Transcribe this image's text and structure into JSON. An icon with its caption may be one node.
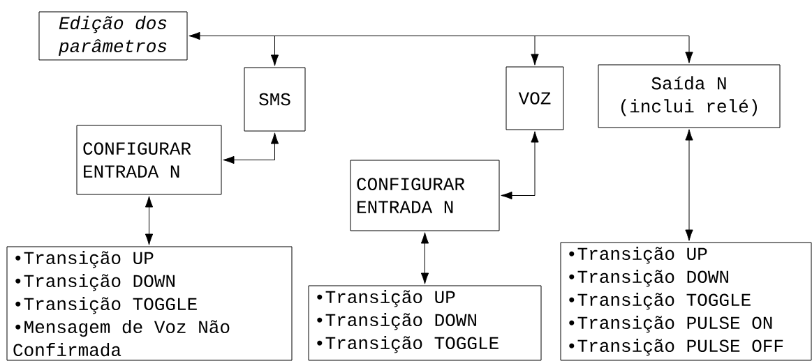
{
  "diagram": {
    "nodes": [
      {
        "text": [
          "Edição dos parâmetros"
        ]
      },
      {
        "text": [
          "SMS"
        ]
      },
      {
        "text": [
          "VOZ"
        ]
      },
      {
        "text": [
          "Saída N (inclui relé)"
        ]
      },
      {
        "text": [
          "CONFIGURAR ENTRADA N"
        ]
      },
      {
        "text": [
          "CONFIGURAR ENTRADA N"
        ]
      },
      {
        "text": [
          "•Transição UP",
          "•Transição DOWN",
          "•Transição TOGGLE",
          "•Mensagem de Voz Não Confirmada"
        ]
      },
      {
        "text": [
          "•Transição UP",
          "•Transição DOWN",
          "•Transição TOGGLE"
        ]
      },
      {
        "text": [
          "•Transição UP",
          "•Transição DOWN",
          "•Transição TOGGLE",
          "•Transição PULSE ON",
          "•Transição PULSE OFF"
        ]
      }
    ],
    "edges": [
      {
        "from": 0,
        "to": 1,
        "arrow": "both"
      },
      {
        "from": 0,
        "to": 2,
        "arrow": "both"
      },
      {
        "from": 0,
        "to": 3,
        "arrow": "both"
      },
      {
        "from": 4,
        "to": 1,
        "arrow": "both"
      },
      {
        "from": 5,
        "to": 2,
        "arrow": "both"
      },
      {
        "from": 4,
        "to": 6,
        "arrow": "both"
      },
      {
        "from": 5,
        "to": 7,
        "arrow": "both"
      },
      {
        "from": 3,
        "to": 8,
        "arrow": "both"
      }
    ]
  }
}
